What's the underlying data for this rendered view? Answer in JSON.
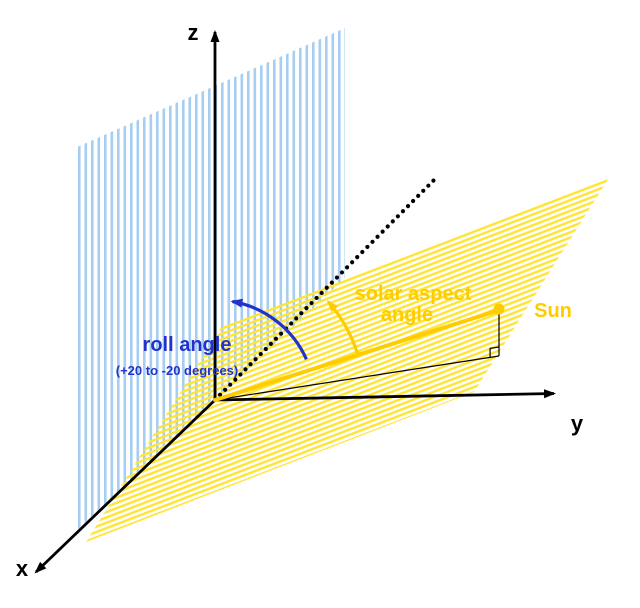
{
  "axes": {
    "z": "z",
    "y": "y",
    "x": "x"
  },
  "labels": {
    "roll_angle": "roll angle",
    "roll_angle_range": "(+20 to -20 degrees)",
    "solar_aspect_1": "solar aspect",
    "solar_aspect_2": "angle",
    "sun": "Sun"
  },
  "colors": {
    "axis": "#000000",
    "blue_hatch": "#a6cdf2",
    "blue_accent": "#2233cc",
    "yellow_hatch": "#ffe433",
    "yellow_accent": "#ffcc00"
  }
}
